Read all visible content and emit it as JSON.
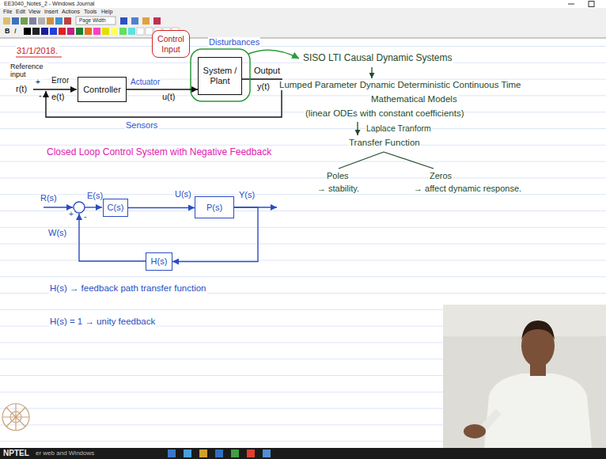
{
  "diagram": {
    "caption": "Closed Loop Control System with Negative Feedback",
    "nodes": [
      {
        "text": [
          "Controller"
        ]
      },
      {
        "text": [
          "Control Input"
        ]
      },
      {
        "text": [
          "System / Plant"
        ]
      },
      {
        "text": [
          "C(s)"
        ]
      },
      {
        "text": [
          "P(s)"
        ]
      },
      {
        "text": [
          "H(s)"
        ]
      }
    ],
    "edges": [
      {
        "from": 0,
        "to": 2,
        "arrow": "to"
      },
      {
        "from": 3,
        "to": 4,
        "arrow": "to"
      },
      {
        "from": 4,
        "to": 5,
        "arrow": "to"
      }
    ],
    "labels": [
      "EE3040_Notes_2 - Windows Journal",
      "File",
      "Edit",
      "View",
      "Insert",
      "Actions",
      "Tools",
      "Help",
      "Page Width",
      "B",
      "I",
      "31/1/2018.",
      "Disturbances",
      "Reference input",
      "Error",
      "r(t)",
      "+",
      "-",
      "e(t)",
      "Actuator",
      "u(t)",
      "Output",
      "y(t)",
      "Sensors",
      "SISO LTI Causal Dynamic Systems",
      "Lumped Parameter Dynamic Deterministic Continuous Time",
      "Mathematical Models",
      "(linear ODEs with constant coefficients)",
      "Laplace Tranform",
      "Transfer Function",
      "Poles",
      "→ stability.",
      "Zeros",
      "→ affect dynamic response.",
      "R(s)",
      "+",
      "-",
      "E(s)",
      "U(s)",
      "Y(s)",
      "W(s)",
      "H(s) → feedback path transfer function",
      "H(s) = 1 → unity feedback",
      "NPTEL",
      "er web and Windows"
    ]
  }
}
